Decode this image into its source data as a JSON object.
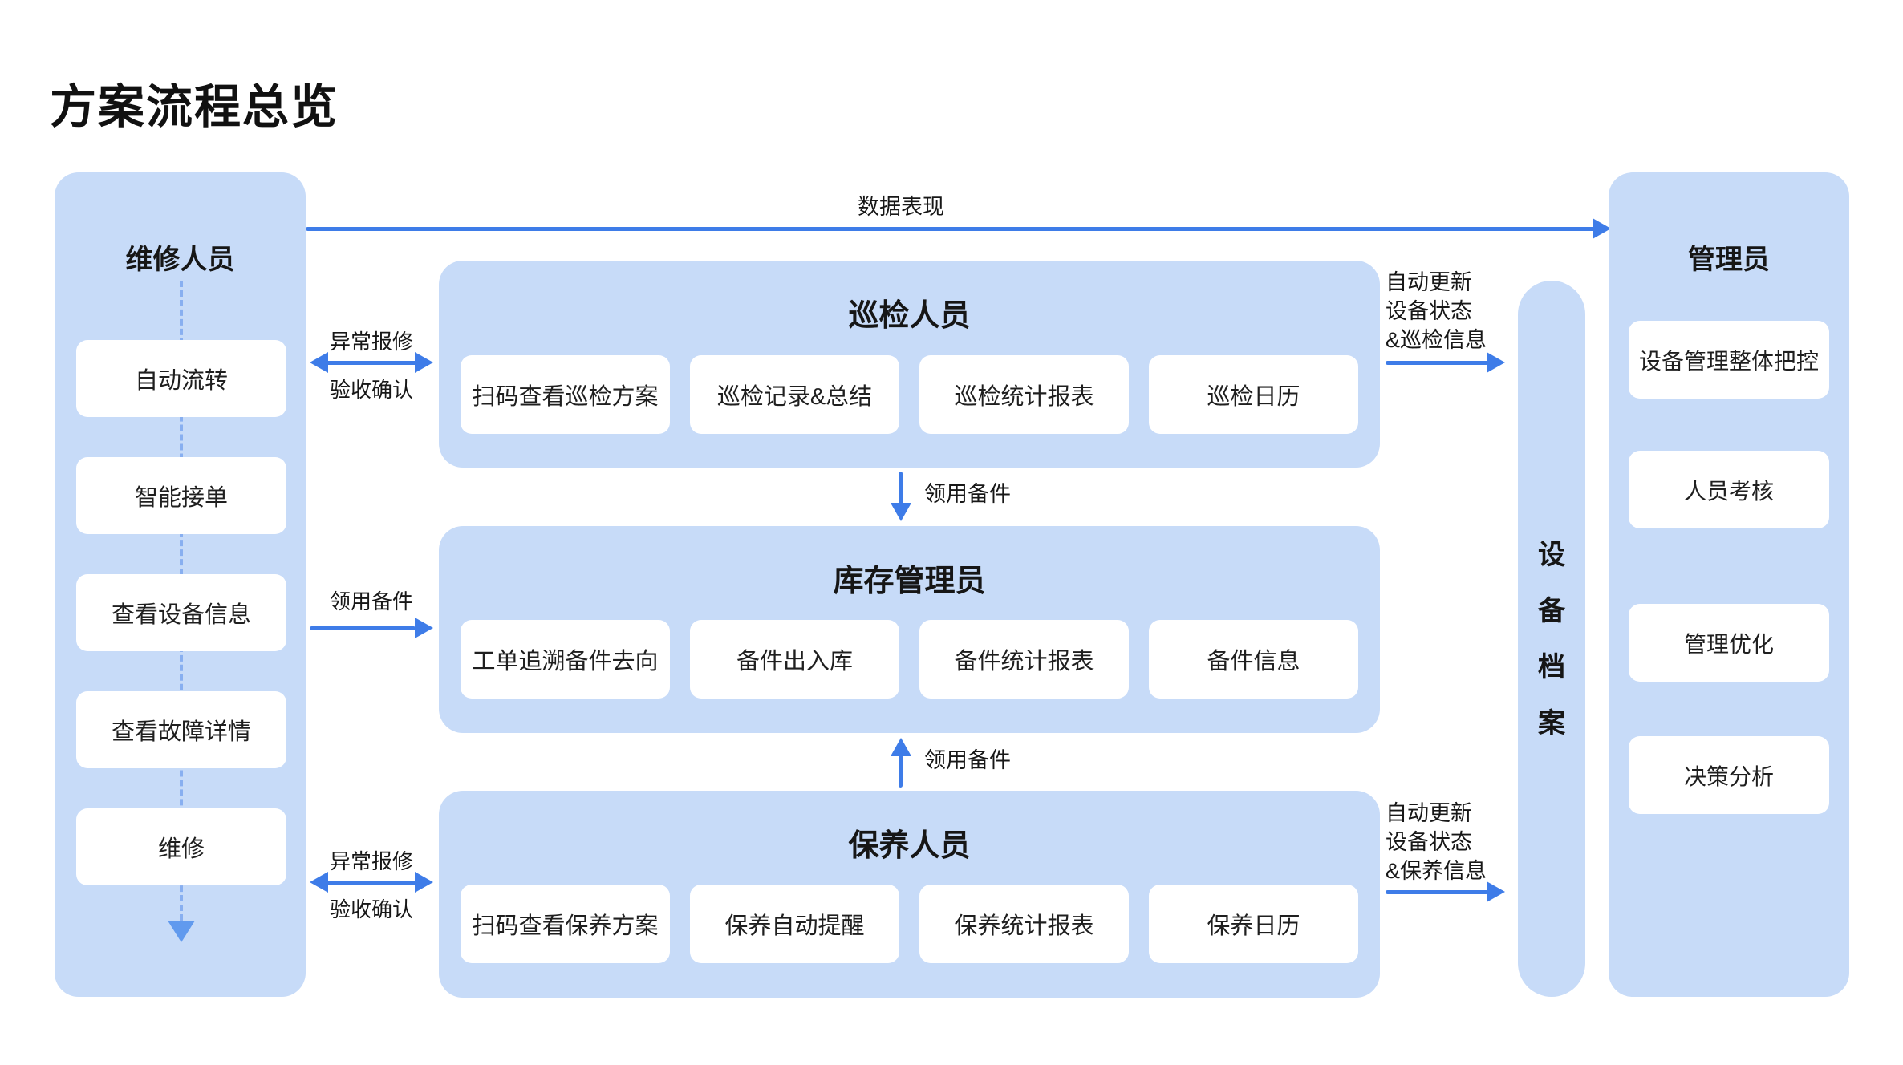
{
  "title": "方案流程总览",
  "colors": {
    "panel_bg": "#c7dbf8",
    "card_bg": "#ffffff",
    "arrow_blue": "#3e7ce8",
    "dashed_blue": "#88aff0",
    "text": "#1a1a1a",
    "background": "#ffffff"
  },
  "left_panel": {
    "title": "维修人员",
    "items": [
      "自动流转",
      "智能接单",
      "查看设备信息",
      "查看故障详情",
      "维修"
    ]
  },
  "middle_panels": [
    {
      "title": "巡检人员",
      "items": [
        "扫码查看巡检方案",
        "巡检记录&总结",
        "巡检统计报表",
        "巡检日历"
      ]
    },
    {
      "title": "库存管理员",
      "items": [
        "工单追溯备件去向",
        "备件出入库",
        "备件统计报表",
        "备件信息"
      ]
    },
    {
      "title": "保养人员",
      "items": [
        "扫码查看保养方案",
        "保养自动提醒",
        "保养统计报表",
        "保养日历"
      ]
    }
  ],
  "archive_bar": {
    "label": "设备档案"
  },
  "right_panel": {
    "title": "管理员",
    "items": [
      "设备管理整体把控",
      "人员考核",
      "管理优化",
      "决策分析"
    ]
  },
  "connectors": {
    "data_flow": "数据表现",
    "repair_report": "异常报修",
    "acceptance": "验收确认",
    "parts_request": "领用备件",
    "inspect_update": [
      "自动更新",
      "设备状态",
      "&巡检信息"
    ],
    "maintain_update": [
      "自动更新",
      "设备状态",
      "&保养信息"
    ]
  }
}
